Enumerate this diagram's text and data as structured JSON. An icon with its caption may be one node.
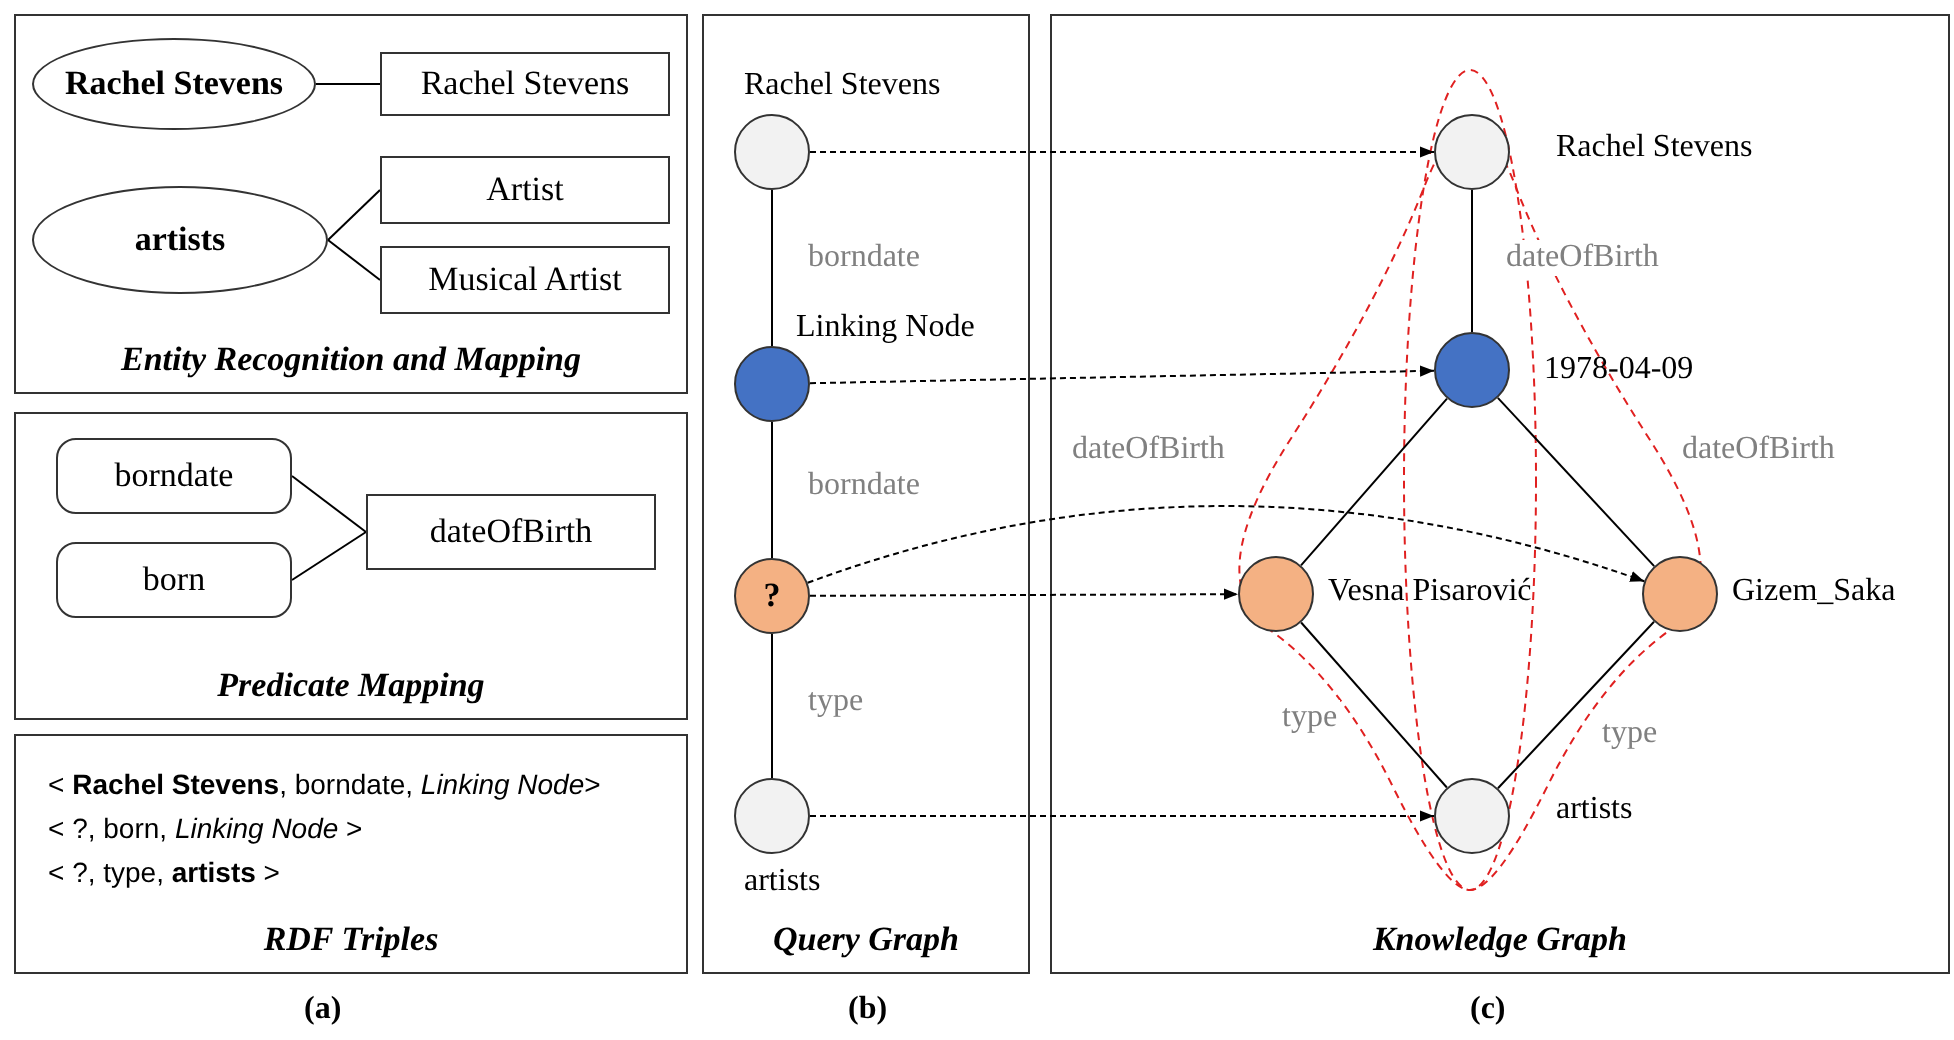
{
  "diagram": {
    "nodes": [
      {
        "text": [
          "Entity Recognition and Mapping"
        ]
      },
      {
        "text": [
          "Rachel Stevens"
        ],
        "in": 0
      },
      {
        "text": [
          "Rachel Stevens"
        ],
        "in": 0
      },
      {
        "text": [
          "artists"
        ],
        "in": 0
      },
      {
        "text": [
          "Artist"
        ],
        "in": 0
      },
      {
        "text": [
          "Musical Artist"
        ],
        "in": 0
      },
      {
        "text": [
          "Predicate Mapping"
        ]
      },
      {
        "text": [
          "borndate"
        ],
        "in": 6
      },
      {
        "text": [
          "born"
        ],
        "in": 6
      },
      {
        "text": [
          "dateOfBirth"
        ],
        "in": 6
      },
      {
        "text": [
          "< **Rachel Stevens**, borndate, *Linking Node*>",
          "< ?, born, *Linking Node* >",
          "< ?, type, **artists** >",
          "RDF Triples"
        ]
      },
      {
        "text": [
          "Query Graph"
        ]
      },
      {
        "text": [],
        "shape": "circle",
        "beside": [
          "Rachel Stevens"
        ],
        "in": 11
      },
      {
        "text": [],
        "shape": "circle",
        "beside": [
          "Linking Node"
        ],
        "in": 11
      },
      {
        "text": [
          "?"
        ],
        "in": 11
      },
      {
        "text": [],
        "shape": "circle",
        "beside": [
          "artists"
        ],
        "in": 11
      },
      {
        "text": [
          "Knowledge Graph"
        ]
      },
      {
        "text": [],
        "shape": "circle",
        "beside": [
          "Rachel Stevens"
        ],
        "in": 16
      },
      {
        "text": [],
        "shape": "circle",
        "beside": [
          "1978-04-09"
        ],
        "in": 16
      },
      {
        "text": [],
        "shape": "circle",
        "beside": [
          "Vesna Pisarović"
        ],
        "in": 16
      },
      {
        "text": [],
        "shape": "circle",
        "beside": [
          "Gizem_Saka"
        ],
        "in": 16
      },
      {
        "text": [],
        "shape": "circle",
        "beside": [
          "artists"
        ],
        "in": 16
      }
    ],
    "edges": [
      {
        "from": 1,
        "to": 2,
        "arrow": "none"
      },
      {
        "from": 3,
        "to": 4,
        "arrow": "none"
      },
      {
        "from": 3,
        "to": 5,
        "arrow": "none"
      },
      {
        "from": 7,
        "to": 9,
        "arrow": "none"
      },
      {
        "from": 8,
        "to": 9,
        "arrow": "none"
      },
      {
        "from": 12,
        "to": 13,
        "arrow": "none",
        "label": "borndate"
      },
      {
        "from": 13,
        "to": 14,
        "arrow": "none",
        "label": "borndate"
      },
      {
        "from": 14,
        "to": 15,
        "arrow": "none",
        "label": "type"
      },
      {
        "from": 17,
        "to": 18,
        "arrow": "none",
        "label": "dateOfBirth"
      },
      {
        "from": 18,
        "to": 19,
        "arrow": "none",
        "label": "dateOfBirth"
      },
      {
        "from": 18,
        "to": 20,
        "arrow": "none",
        "label": "dateOfBirth"
      },
      {
        "from": 19,
        "to": 21,
        "arrow": "none",
        "label": "type"
      },
      {
        "from": 20,
        "to": 21,
        "arrow": "none",
        "label": "type"
      },
      {
        "from": 12,
        "to": 17,
        "arrow": "to",
        "style": "dashed"
      },
      {
        "from": 13,
        "to": 18,
        "arrow": "to",
        "style": "dashed"
      },
      {
        "from": 14,
        "to": 19,
        "arrow": "to",
        "style": "dashed"
      },
      {
        "from": 14,
        "to": 20,
        "arrow": "to",
        "style": "dashed"
      },
      {
        "from": 15,
        "to": 21,
        "arrow": "to",
        "style": "dashed"
      }
    ],
    "labels": [
      "(a)",
      "(b)",
      "(c)"
    ]
  }
}
